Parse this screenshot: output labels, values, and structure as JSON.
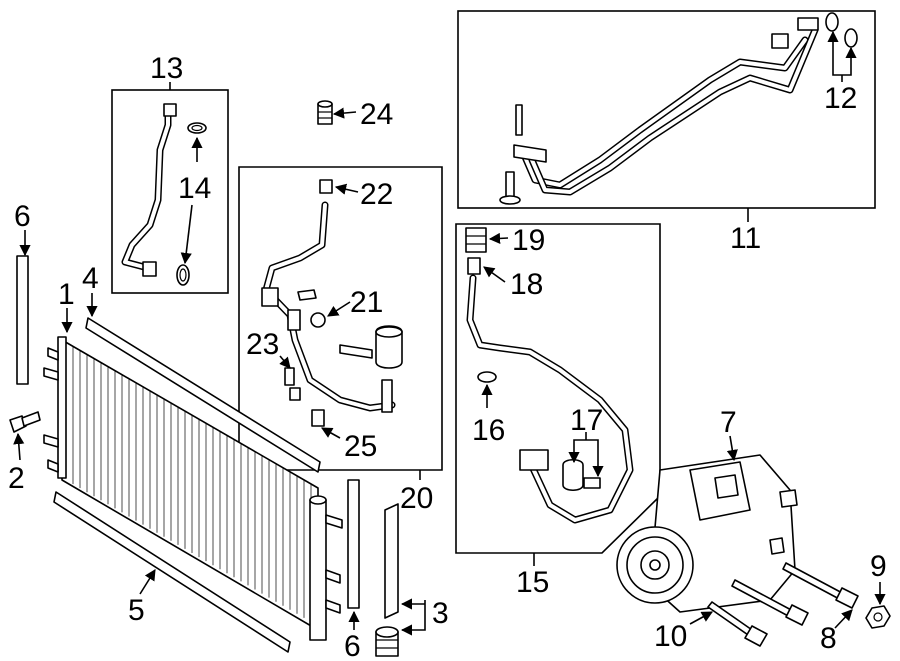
{
  "callouts": {
    "c1": "1",
    "c2": "2",
    "c3": "3",
    "c4": "4",
    "c5": "5",
    "c6a": "6",
    "c6b": "6",
    "c7": "7",
    "c8": "8",
    "c9": "9",
    "c10": "10",
    "c11": "11",
    "c12": "12",
    "c13": "13",
    "c14": "14",
    "c15": "15",
    "c16": "16",
    "c17": "17",
    "c18": "18",
    "c19": "19",
    "c20": "20",
    "c21": "21",
    "c22": "22",
    "c23": "23",
    "c24": "24",
    "c25": "25"
  }
}
